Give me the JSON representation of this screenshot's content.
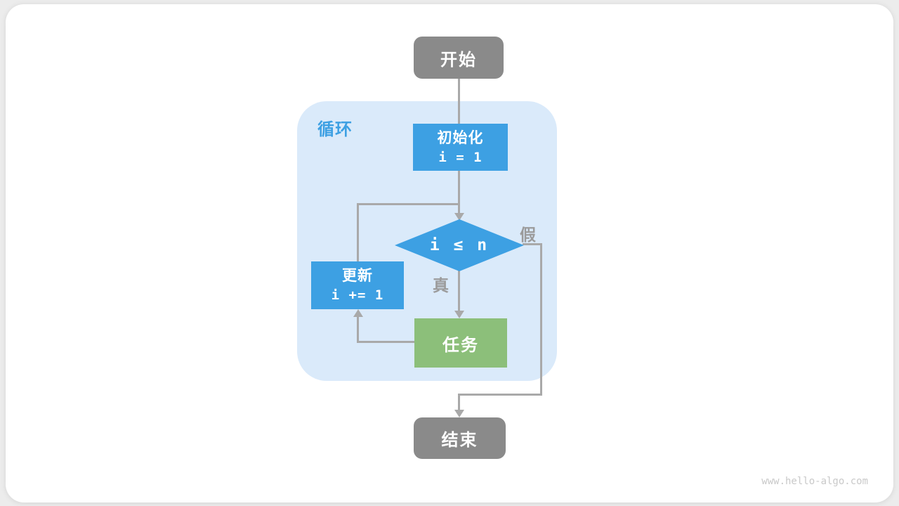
{
  "figure": {
    "type": "flowchart",
    "loop_label": "循环",
    "nodes": {
      "start": {
        "label": "开始"
      },
      "init": {
        "title": "初始化",
        "code": "i = 1"
      },
      "condition": {
        "code": "i ≤ n"
      },
      "update": {
        "title": "更新",
        "code": "i += 1"
      },
      "task": {
        "label": "任务"
      },
      "end": {
        "label": "结束"
      }
    },
    "edge_labels": {
      "true_branch": "真",
      "false_branch": "假"
    },
    "colors": {
      "process_blue": "#3da0e3",
      "task_green": "#8cbf7a",
      "terminal_gray": "#8a8a8a",
      "loop_background": "#daeafa",
      "connector_gray": "#a9a9a9",
      "edge_label_gray": "#9b9b9b"
    }
  },
  "watermark": "www.hello-algo.com"
}
